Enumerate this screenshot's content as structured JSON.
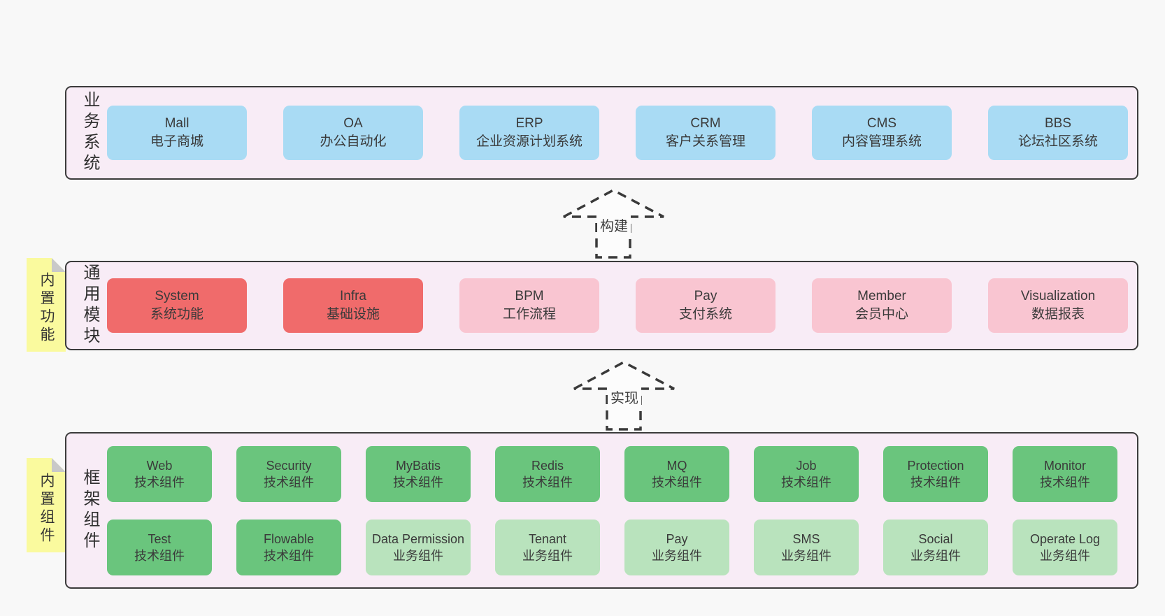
{
  "diagram": {
    "layers": [
      {
        "label": "业务系统",
        "boxes": [
          {
            "en": "Mall",
            "zh": "电子商城"
          },
          {
            "en": "OA",
            "zh": "办公自动化"
          },
          {
            "en": "ERP",
            "zh": "企业资源计划系统"
          },
          {
            "en": "CRM",
            "zh": "客户关系管理"
          },
          {
            "en": "CMS",
            "zh": "内容管理系统"
          },
          {
            "en": "BBS",
            "zh": "论坛社区系统"
          }
        ]
      },
      {
        "label": "通用模块",
        "note": "内置功能",
        "boxes": [
          {
            "en": "System",
            "zh": "系统功能"
          },
          {
            "en": "Infra",
            "zh": "基础设施"
          },
          {
            "en": "BPM",
            "zh": "工作流程"
          },
          {
            "en": "Pay",
            "zh": "支付系统"
          },
          {
            "en": "Member",
            "zh": "会员中心"
          },
          {
            "en": "Visualization",
            "zh": "数据报表"
          }
        ]
      },
      {
        "label": "框架组件",
        "note": "内置组件",
        "rows": [
          [
            {
              "en": "Web",
              "zh": "技术组件"
            },
            {
              "en": "Security",
              "zh": "技术组件"
            },
            {
              "en": "MyBatis",
              "zh": "技术组件"
            },
            {
              "en": "Redis",
              "zh": "技术组件"
            },
            {
              "en": "MQ",
              "zh": "技术组件"
            },
            {
              "en": "Job",
              "zh": "技术组件"
            },
            {
              "en": "Protection",
              "zh": "技术组件"
            },
            {
              "en": "Monitor",
              "zh": "技术组件"
            }
          ],
          [
            {
              "en": "Test",
              "zh": "技术组件"
            },
            {
              "en": "Flowable",
              "zh": "技术组件"
            },
            {
              "en": "Data Permission",
              "zh": "业务组件"
            },
            {
              "en": "Tenant",
              "zh": "业务组件"
            },
            {
              "en": "Pay",
              "zh": "业务组件"
            },
            {
              "en": "SMS",
              "zh": "业务组件"
            },
            {
              "en": "Social",
              "zh": "业务组件"
            },
            {
              "en": "Operate Log",
              "zh": "业务组件"
            }
          ]
        ]
      }
    ],
    "arrows": [
      {
        "label": "构建"
      },
      {
        "label": "实现"
      }
    ],
    "colors": {
      "business_box": "#a9dbf4",
      "core_module_box": "#f06b6b",
      "optional_module_box": "#f9c5d1",
      "tech_component_box": "#6ac57d",
      "biz_component_box": "#b9e3bd",
      "layer_background": "#f8ecf6",
      "layer_border": "#3b3b3b",
      "note_background": "#fafa9e"
    }
  }
}
